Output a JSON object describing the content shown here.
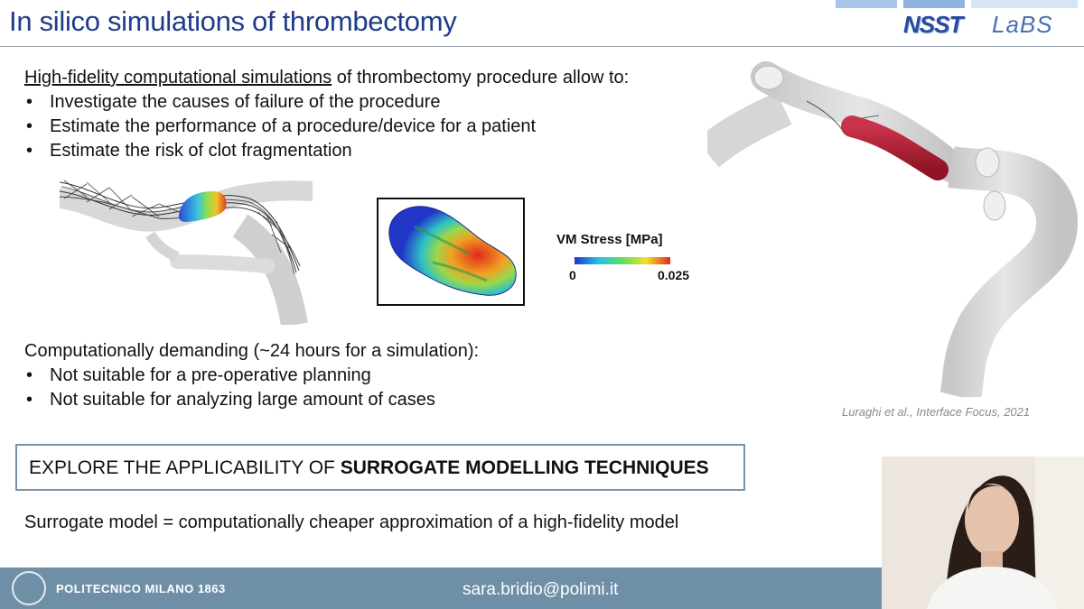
{
  "header": {
    "title": "In silico simulations of thrombectomy",
    "logos": {
      "left": "NSST",
      "right": "LaBS"
    },
    "deco_colors": [
      "#a9c6e8",
      "#8fb3de",
      "#d7e4f3"
    ]
  },
  "intro": {
    "lead_bold": "High-fidelity computational simulations",
    "lead_rest": " of thrombectomy procedure allow to:",
    "bullets": [
      "Investigate the causes of failure of the procedure",
      "Estimate the performance of a procedure/device for a patient",
      "Estimate the risk of clot fragmentation"
    ]
  },
  "figure": {
    "colorbar_title": "VM Stress [MPa]",
    "colorbar_min": "0",
    "colorbar_max": "0.025",
    "citation": "Luraghi et al., Interface Focus, 2021"
  },
  "demanding": {
    "heading": "Computationally demanding (~24 hours for a simulation):",
    "bullets": [
      "Not suitable for a pre-operative planning",
      "Not suitable for analyzing large amount of cases"
    ]
  },
  "callout": {
    "prefix": "EXPLORE THE APPLICABILITY OF ",
    "emphasis": "SURROGATE MODELLING TECHNIQUES"
  },
  "definition": "Surrogate model = computationally cheaper approximation of a high-fidelity model",
  "footer": {
    "institution": "POLITECNICO MILANO 1863",
    "email": "sara.bridio@polimi.it",
    "bar_color": "#6f8fa6"
  }
}
